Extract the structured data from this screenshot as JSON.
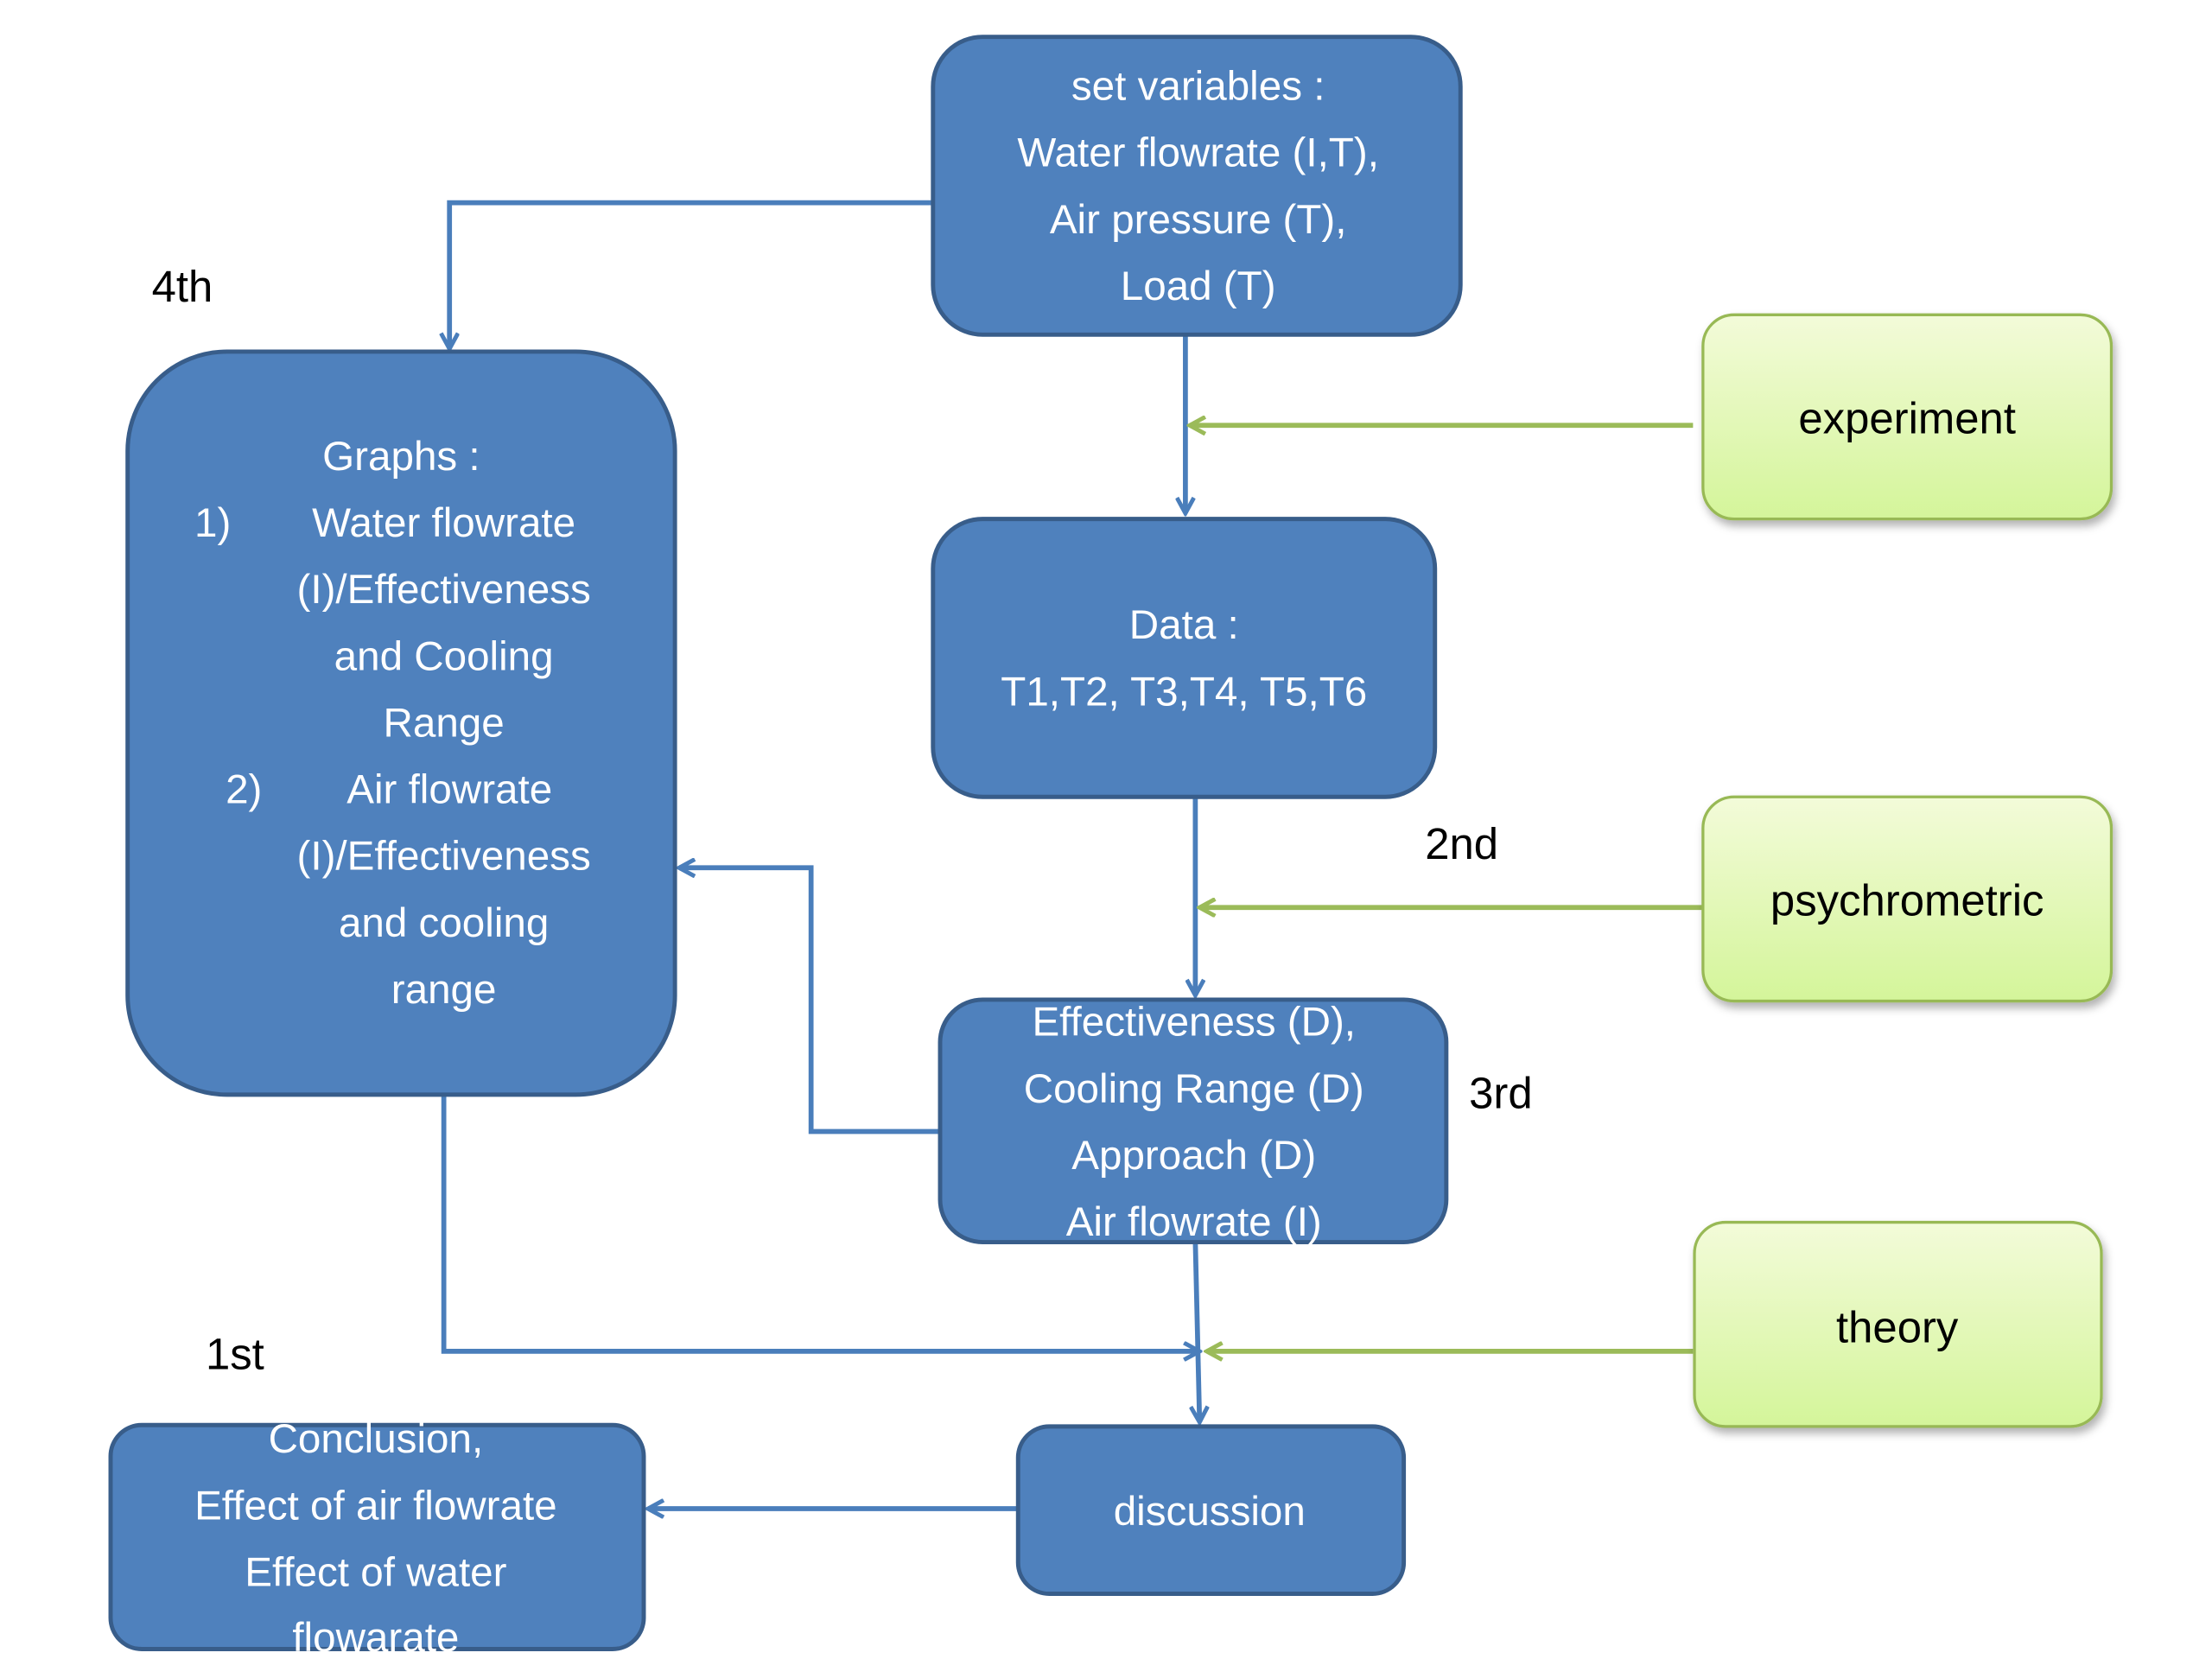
{
  "boxes": {
    "set_variables": [
      "set variables :",
      "Water flowrate (I,T),",
      "Air pressure (T),",
      "Load  (T)"
    ],
    "graphs": {
      "title": "Graphs :",
      "item1_num": "1)",
      "item1": [
        "Water flowrate",
        "(I)/Effectiveness",
        "and Cooling",
        "Range"
      ],
      "item2_num": "2)",
      "item2": [
        "Air flowrate",
        "(I)/Effectiveness",
        "and cooling",
        "range"
      ]
    },
    "data": [
      "Data :",
      "T1,T2, T3,T4, T5,T6"
    ],
    "results": [
      "Effectiveness (D),",
      "Cooling Range (D)",
      "Approach (D)",
      "Air flowrate (I)"
    ],
    "discussion": "discussion",
    "conclusion": [
      "Conclusion,",
      "Effect of air flowrate",
      "Effect of water",
      "flowarate"
    ]
  },
  "sources": {
    "experiment": "experiment",
    "psychrometric": "psychrometric",
    "theory": "theory"
  },
  "order_labels": {
    "first": "1st",
    "second": "2nd",
    "third": "3rd",
    "fourth": "4th"
  },
  "colors": {
    "box_blue": "#4f81bd",
    "arrow_blue": "#4a7ebb",
    "source_green": "#d7f5a0",
    "arrow_green": "#9bbb59"
  }
}
